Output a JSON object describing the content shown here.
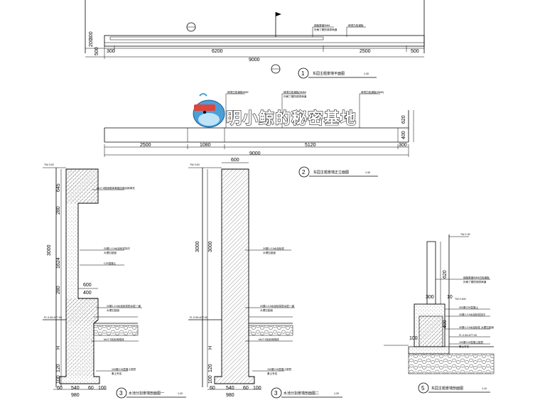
{
  "watermark": {
    "text": "明小鲸的秘密基地"
  },
  "plan_view": {
    "dims_bottom": [
      "300",
      "6200",
      "2500",
      "500"
    ],
    "dim_total": "9000",
    "dims_left": [
      "300",
      "200",
      "500"
    ],
    "notes": [
      "钢板厚度5MM",
      "外刷丁基防锈漆两道",
      "烤漆白色钢板"
    ],
    "title": "东园主题景墙平面图",
    "scale": "1:30",
    "number": "1"
  },
  "elevation_view": {
    "notes": [
      "烤漆白色钢板5MM",
      "烤漆白色钢板(5MM)",
      "烤漆白色钢板(5MM)",
      "外刷丁基防锈漆两道"
    ],
    "dims_bottom": [
      "2500",
      "1080",
      "5120",
      "300"
    ],
    "dim_total": "9000",
    "dims_right": [
      "620",
      "400"
    ],
    "title": "东园主题景墙正立面图",
    "scale": "1:30",
    "number": "2"
  },
  "section_a": {
    "top_mark": "TW 3.00",
    "left_dims": [
      "645",
      "280",
      "3000",
      "1624",
      "280",
      "H",
      "120",
      "100"
    ],
    "inner_dims": [
      "600",
      "400"
    ],
    "notes": [
      "MU7.5机砖砌体单面挂钢丝网填充",
      "20厚1:2.5水泥砂浆找平",
      "大理石贴面",
      "C25混凝土",
      "20厚1:2.5水泥砂浆防水层一道",
      "大理石贴面",
      "MU7.5灰砂砖砌体",
      "100厚C15混凝土垫层",
      "素土夯实"
    ],
    "fl_mark": "FL 0.00=577.00",
    "bottom_dims": [
      "60",
      "540",
      "60",
      "980",
      "100"
    ],
    "title": "水池分割景墙剖面图一",
    "scale": "1:20",
    "number": "3"
  },
  "section_b": {
    "top_mark": "TW 3.00",
    "top_dim": "600",
    "left_dims": [
      "3000",
      "3000",
      "H",
      "120",
      "100"
    ],
    "notes": [
      "20厚1:2.5水泥砂浆",
      "大理石贴面",
      "20厚1:2.5水泥砂浆防水层一道",
      "大理石贴面",
      "MU7.5灰砂砖砌体",
      "100厚C15混凝土垫层",
      "素土夯实"
    ],
    "fl_mark": "FL 0.00=577.00",
    "bottom_dims": [
      "60",
      "540",
      "60",
      "980",
      "100"
    ],
    "title": "水池分割景墙剖面图二",
    "scale": "1:20",
    "number": "3"
  },
  "section_c": {
    "top_mark": "TW 1.00",
    "right_dims": [
      "620",
      "400"
    ],
    "notes": [
      "钢板厚度5MM白色钢板",
      "外刷丁基防锈漆两道",
      "300厚C25混凝土",
      "20厚1:2.5水泥砂浆找平",
      "30厚1:2.5水泥砂浆 大理石贴面",
      "FL 0.00=577.00",
      "100厚C15混凝土垫层",
      "素土夯实"
    ],
    "mid_mark": "TW 0.400",
    "left_dims": [
      "300",
      "10",
      "100"
    ],
    "title": "东园主题景墙剖面图",
    "scale": "1:10",
    "number": "5"
  }
}
